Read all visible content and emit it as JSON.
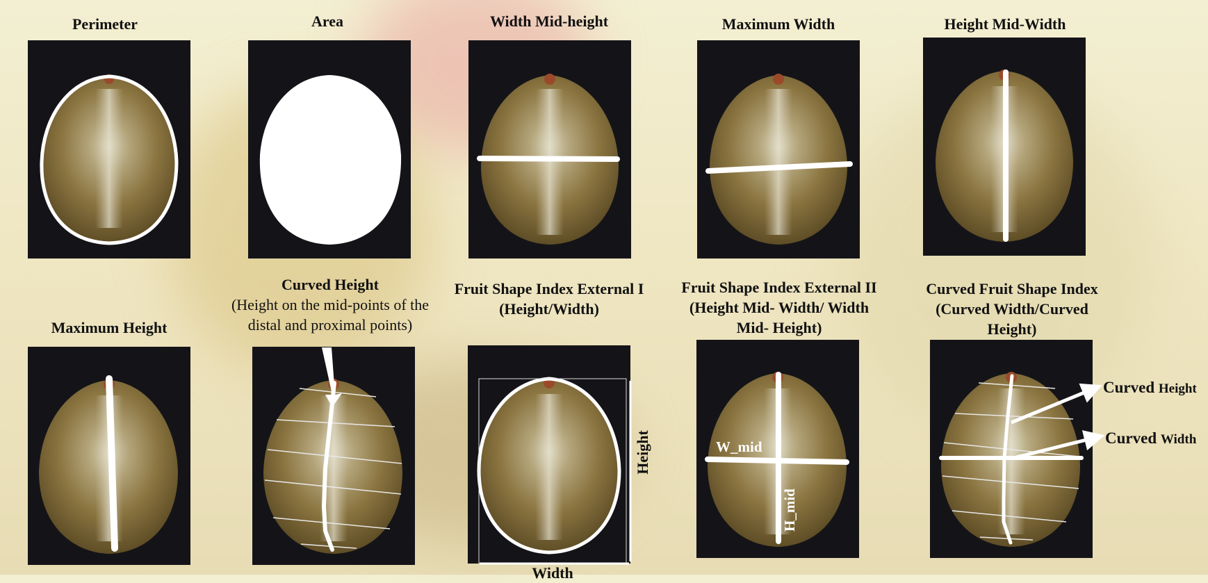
{
  "titles": {
    "perimeter": "Perimeter",
    "area": "Area",
    "width_mid_height": "Width  Mid-height",
    "maximum_width": "Maximum Width",
    "height_mid_width": "Height Mid-Width",
    "maximum_height": "Maximum Height",
    "curved_height": "Curved Height",
    "curved_height_sub1": "(Height on the mid-points of the",
    "curved_height_sub2": "distal and proximal points)",
    "fsi_ext1_l1": "Fruit Shape Index External I",
    "fsi_ext1_l2": "(Height/Width)",
    "fsi_ext2_l1": "Fruit Shape Index External II",
    "fsi_ext2_l2": "(Height Mid- Width/ Width",
    "fsi_ext2_l3": "Mid- Height)",
    "curved_fsi_l1": "Curved Fruit Shape Index",
    "curved_fsi_l2": "(Curved Width/Curved",
    "curved_fsi_l3": "Height)"
  },
  "annotations": {
    "height": "Height",
    "width": "Width",
    "w_mid": "W_mid",
    "h_mid": "H_mid",
    "curved_height_word1": "Curved",
    "curved_height_word2": "Height",
    "curved_width_word1": "Curved",
    "curved_width_word2": "Width"
  },
  "colors": {
    "panel_bg": "#141418",
    "grape_fill": "#7a6a3a",
    "overlay_line": "#ffffff",
    "page_bg": "#f0e8c6"
  }
}
